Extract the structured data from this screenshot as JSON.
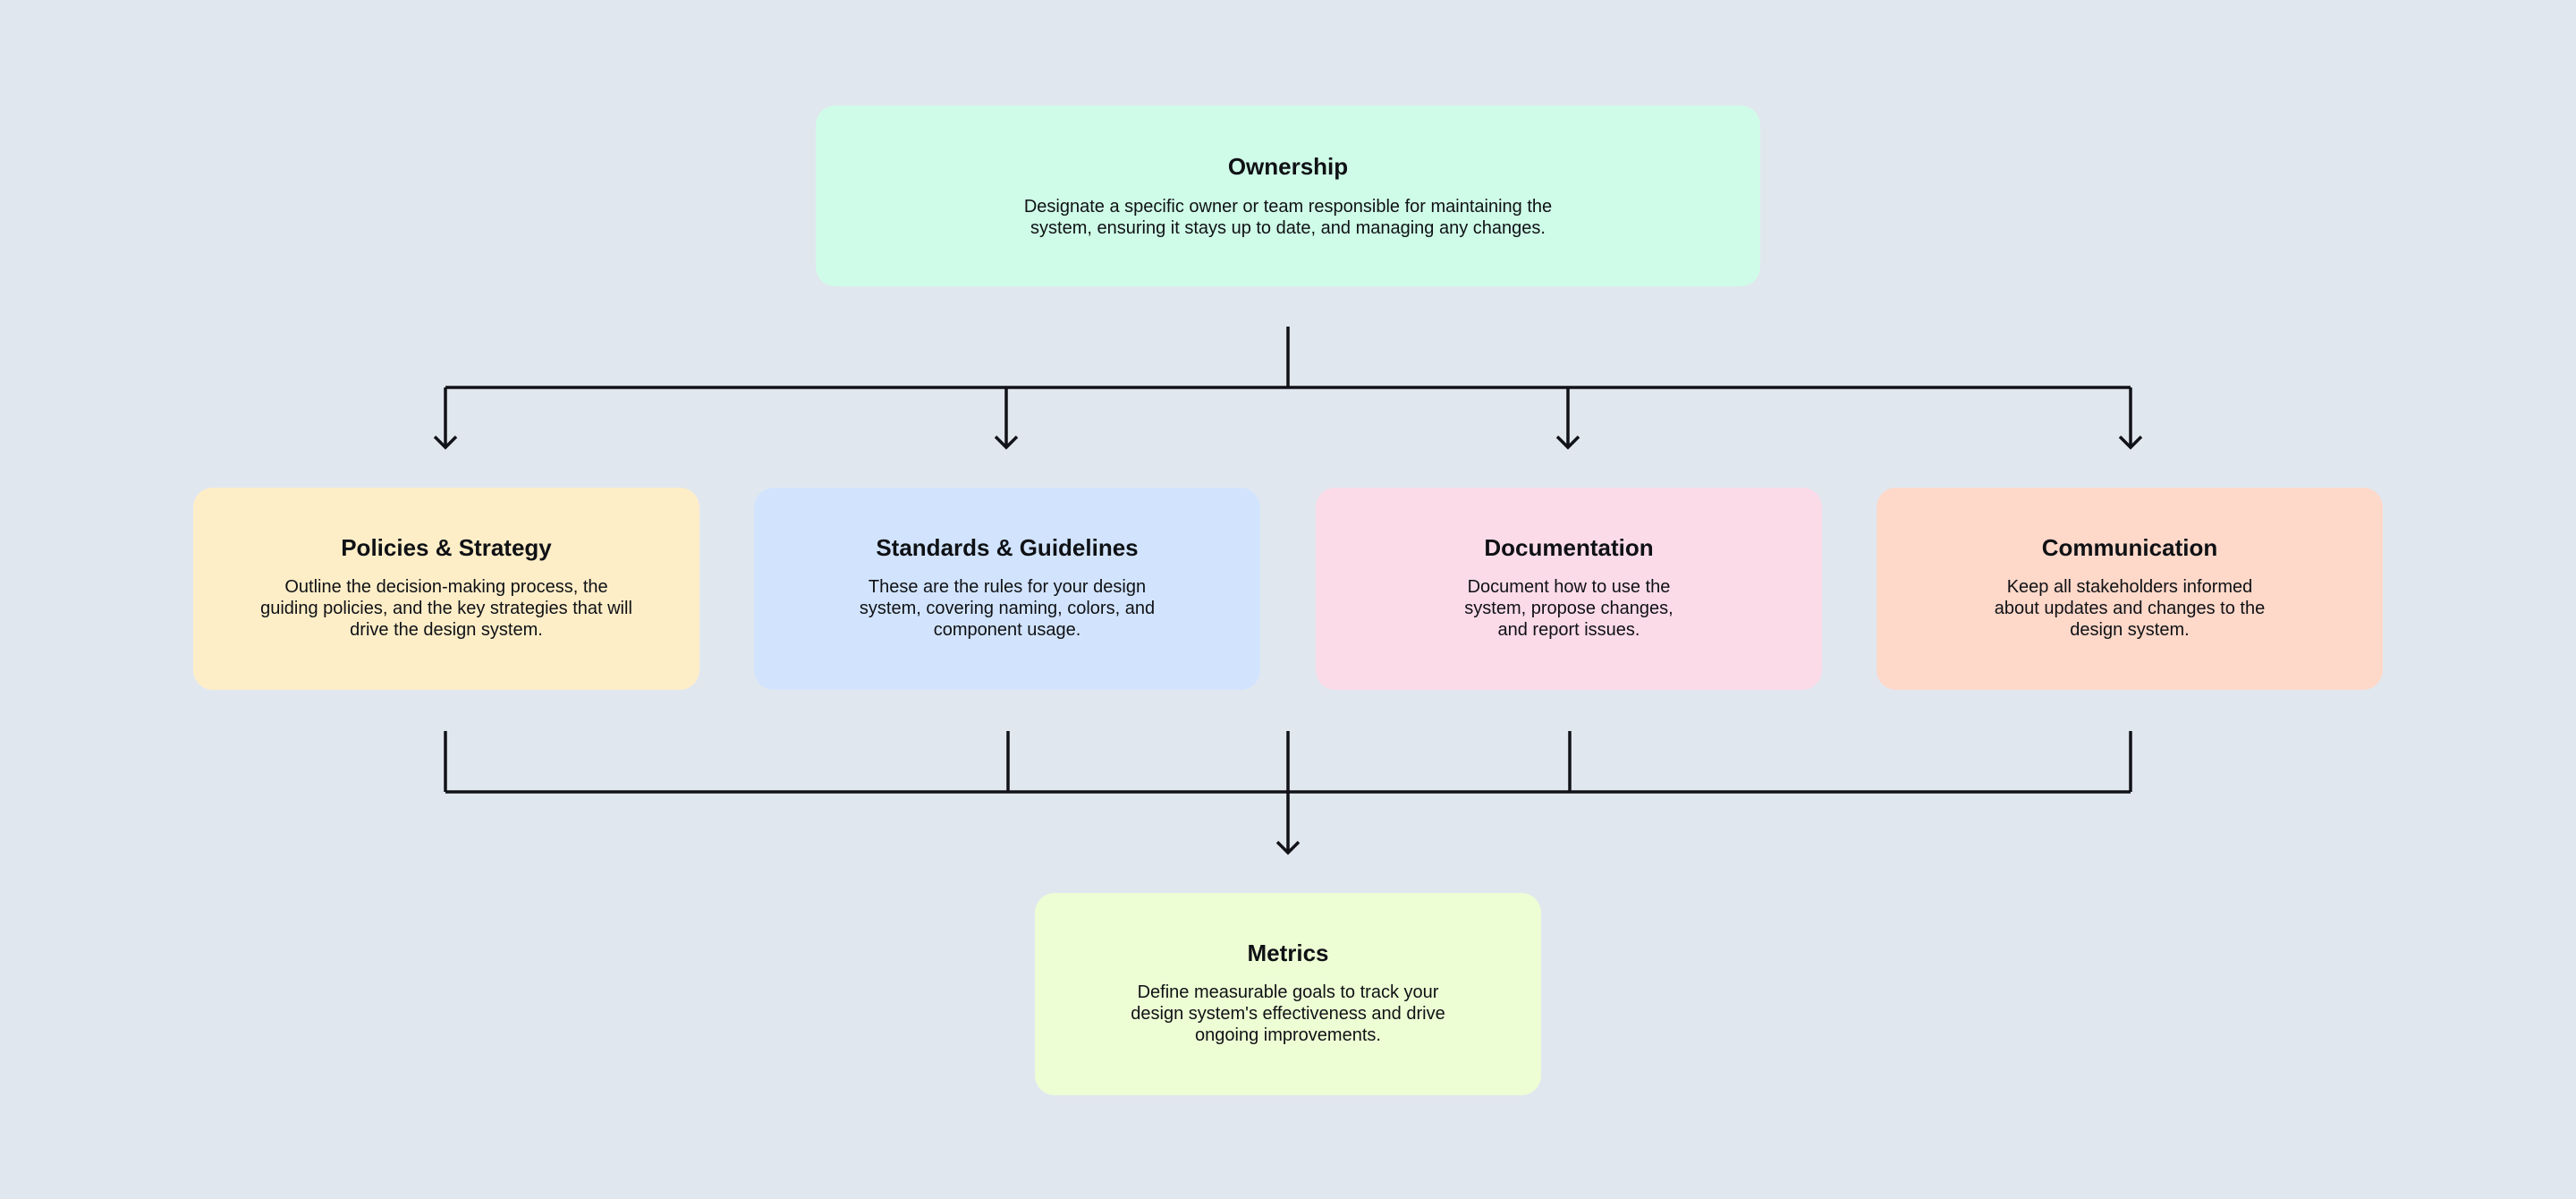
{
  "diagram": {
    "background": "#e1e7ef",
    "line_color": "#111318",
    "nodes": {
      "ownership": {
        "title": "Ownership",
        "description": "Designate a specific owner or team responsible for maintaining the\nsystem, ensuring it stays up to date, and managing any changes.",
        "color": "#cffce8"
      },
      "policies": {
        "title": "Policies & Strategy",
        "description": "Outline the decision-making process, the\nguiding policies, and the key strategies that will\ndrive the design system.",
        "color": "#feeec8"
      },
      "standards": {
        "title": "Standards & Guidelines",
        "description": "These are the rules for your design\nsystem, covering naming, colors, and\ncomponent usage.",
        "color": "#d2e4fd"
      },
      "documentation": {
        "title": "Documentation",
        "description": "Document how to use the\nsystem, propose changes,\nand report issues.",
        "color": "#fcdbe9"
      },
      "communication": {
        "title": "Communication",
        "description": "Keep all stakeholders informed\nabout updates and changes to the\ndesign system.",
        "color": "#fed8c9"
      },
      "metrics": {
        "title": "Metrics",
        "description": "Define measurable goals to track your\ndesign system's effectiveness and drive\nongoing improvements.",
        "color": "#edfed4"
      }
    }
  }
}
